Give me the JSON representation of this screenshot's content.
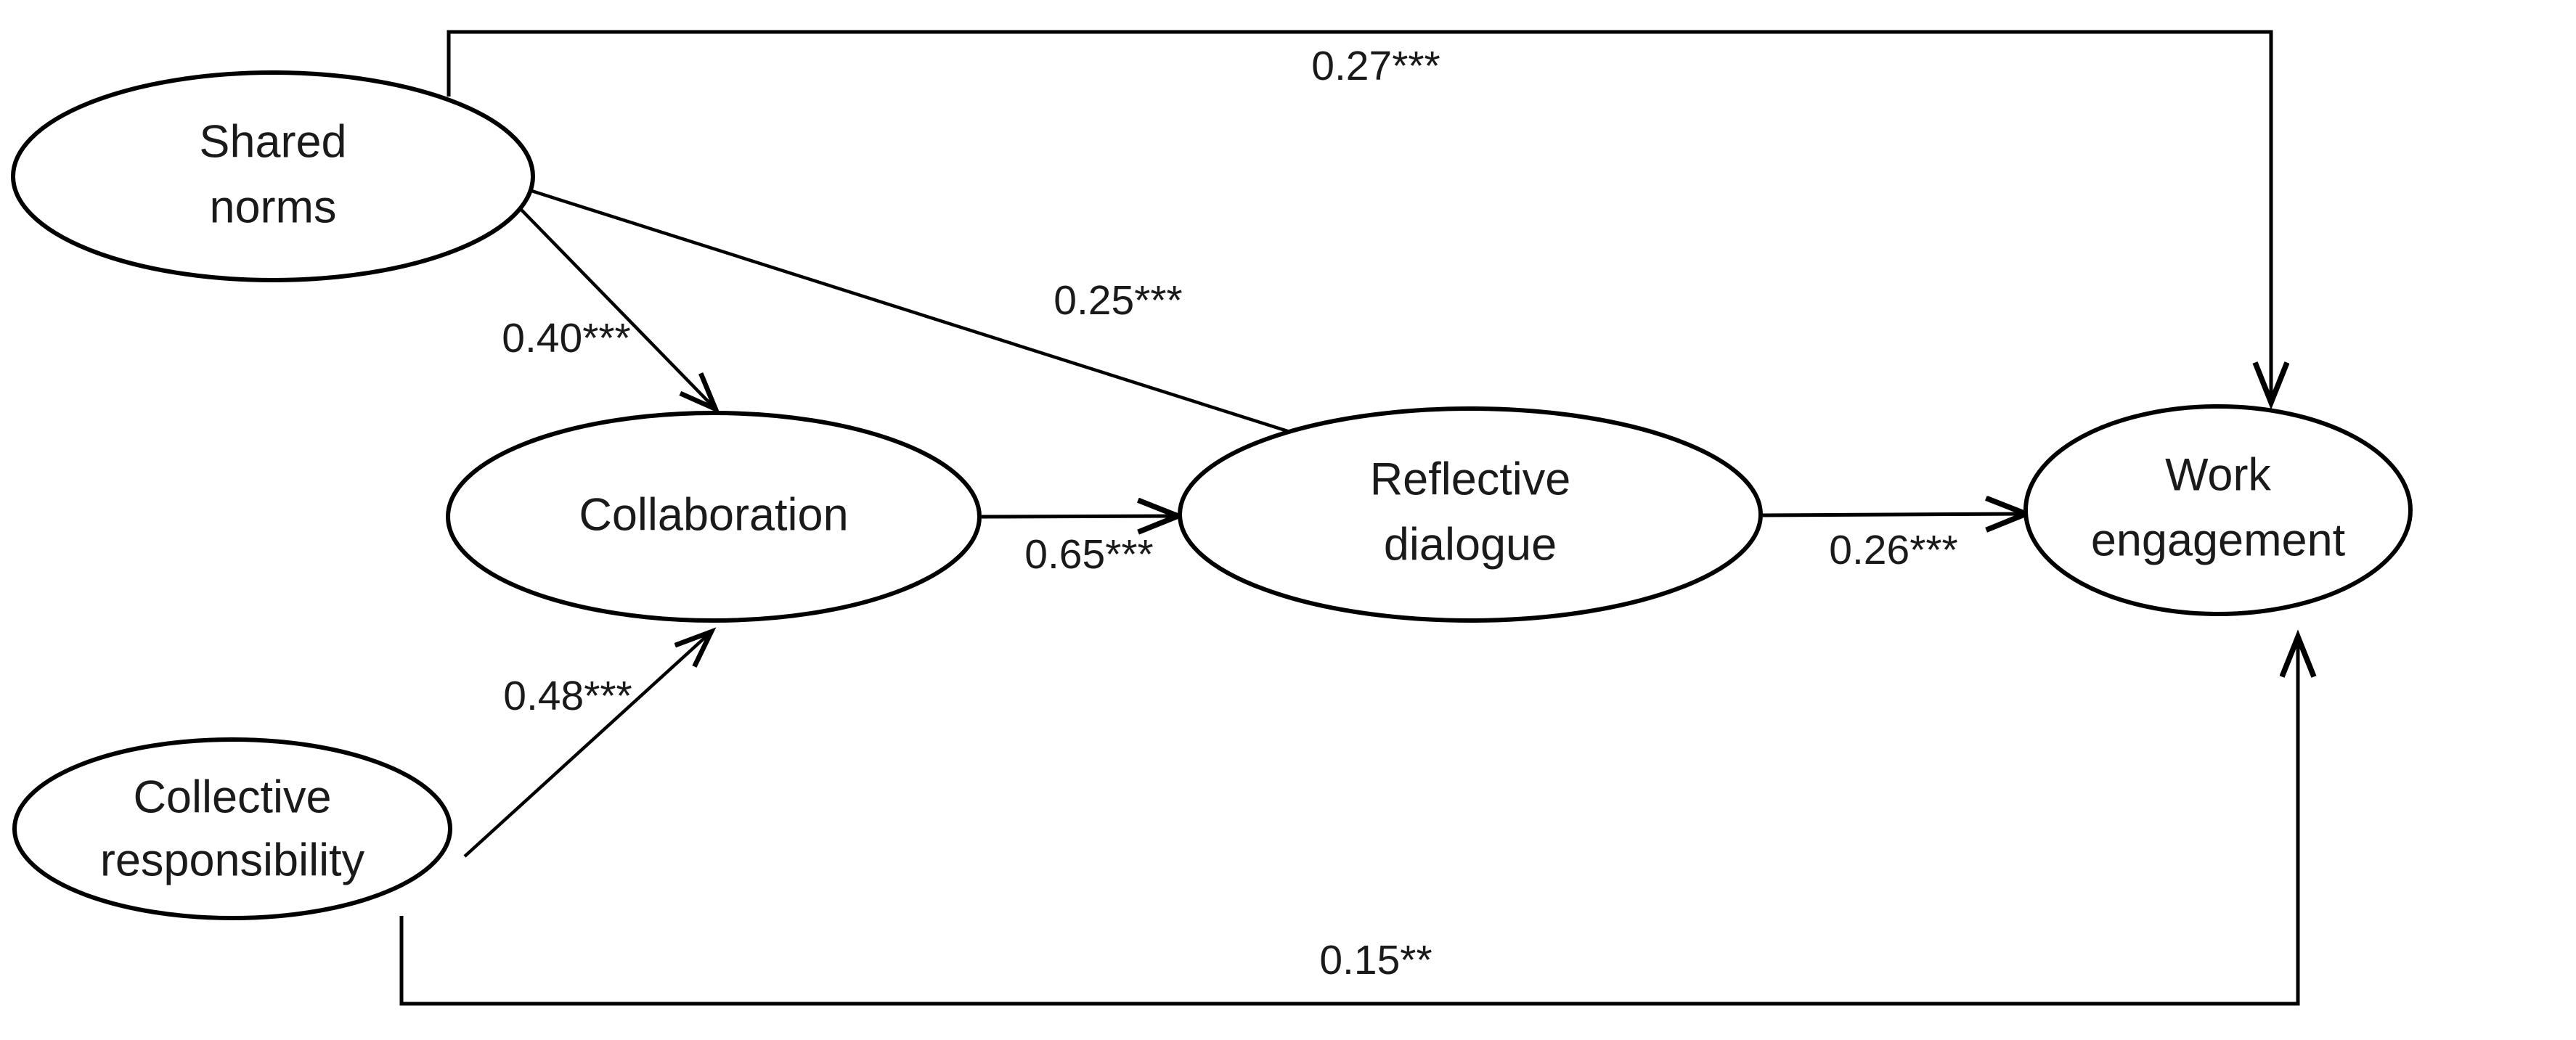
{
  "diagram": {
    "type": "path-model",
    "title": "Structural equation model of professional community and work engagement",
    "background_color": "#ffffff",
    "line_color": "#000000",
    "text_color": "#1a1a1a",
    "nodes": [
      {
        "id": "shared_norms",
        "label_line1": "Shared",
        "label_line2": "norms"
      },
      {
        "id": "collaboration",
        "label_line1": "Collaboration",
        "label_line2": ""
      },
      {
        "id": "reflective_dialogue",
        "label_line1": "Reflective",
        "label_line2": "dialogue"
      },
      {
        "id": "work_engagement",
        "label_line1": "Work",
        "label_line2": "engagement"
      },
      {
        "id": "collective_responsibility",
        "label_line1": "Collective",
        "label_line2": "responsibility"
      }
    ],
    "paths": [
      {
        "id": "sn_we",
        "from": "shared_norms",
        "to": "work_engagement",
        "coefficient": "0.27***"
      },
      {
        "id": "sn_co",
        "from": "shared_norms",
        "to": "collaboration",
        "coefficient": "0.40***"
      },
      {
        "id": "sn_rd",
        "from": "shared_norms",
        "to": "reflective_dialogue",
        "coefficient": "0.25***"
      },
      {
        "id": "co_rd",
        "from": "collaboration",
        "to": "reflective_dialogue",
        "coefficient": "0.65***"
      },
      {
        "id": "rd_we",
        "from": "reflective_dialogue",
        "to": "work_engagement",
        "coefficient": "0.26***"
      },
      {
        "id": "cr_co",
        "from": "collective_responsibility",
        "to": "collaboration",
        "coefficient": "0.48***"
      },
      {
        "id": "cr_we",
        "from": "collective_responsibility",
        "to": "work_engagement",
        "coefficient": "0.15**"
      }
    ]
  },
  "chart_data": {
    "type": "diagram",
    "title": "Path model: professional community dimensions predicting work engagement",
    "nodes": [
      "Shared norms",
      "Collaboration",
      "Reflective dialogue",
      "Work engagement",
      "Collective responsibility"
    ],
    "edges": [
      {
        "source": "Shared norms",
        "target": "Work engagement",
        "value": 0.27,
        "label": "0.27***",
        "significance": "***"
      },
      {
        "source": "Shared norms",
        "target": "Collaboration",
        "value": 0.4,
        "label": "0.40***",
        "significance": "***"
      },
      {
        "source": "Shared norms",
        "target": "Reflective dialogue",
        "value": 0.25,
        "label": "0.25***",
        "significance": "***"
      },
      {
        "source": "Collaboration",
        "target": "Reflective dialogue",
        "value": 0.65,
        "label": "0.65***",
        "significance": "***"
      },
      {
        "source": "Reflective dialogue",
        "target": "Work engagement",
        "value": 0.26,
        "label": "0.26***",
        "significance": "***"
      },
      {
        "source": "Collective responsibility",
        "target": "Collaboration",
        "value": 0.48,
        "label": "0.48***",
        "significance": "***"
      },
      {
        "source": "Collective responsibility",
        "target": "Work engagement",
        "value": 0.15,
        "label": "0.15**",
        "significance": "**"
      }
    ]
  }
}
